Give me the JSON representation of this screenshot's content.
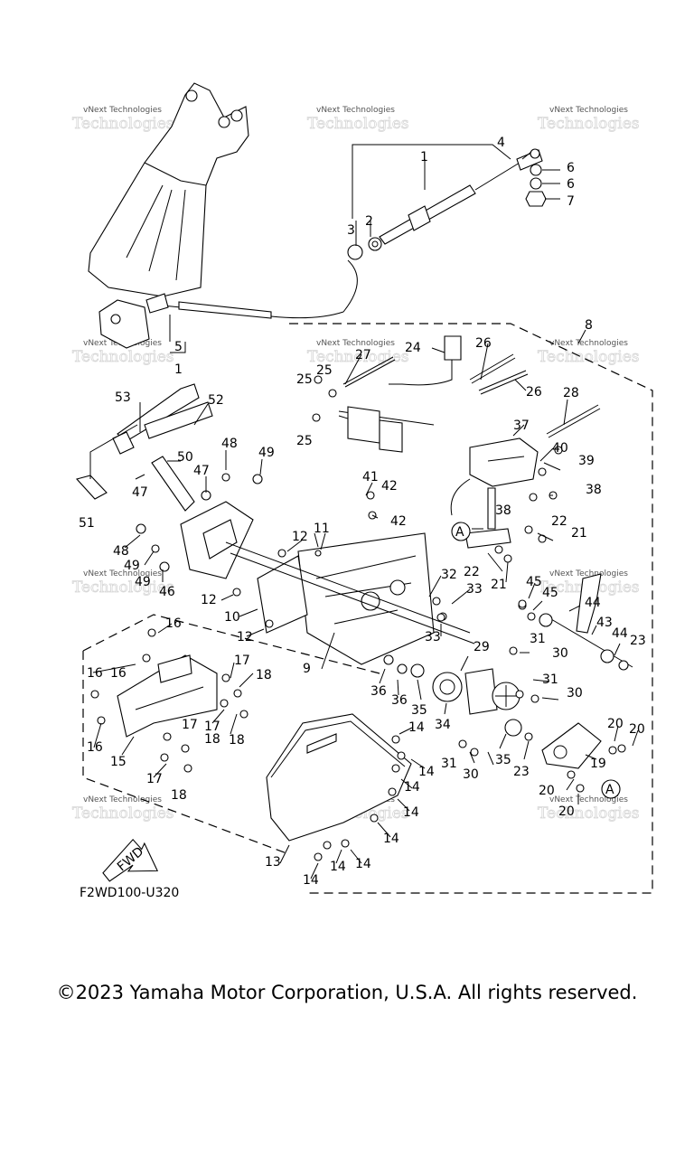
{
  "diagram_code": "F2WD100-U320",
  "copyright": "©2023 Yamaha Motor Corporation, U.S.A. All rights reserved.",
  "watermark": "vNext Technologies",
  "fwd_label": "FWD",
  "ref_marker": "A",
  "callouts": {
    "c1": "1",
    "c1b": "1",
    "c2": "2",
    "c3": "3",
    "c4": "4",
    "c5": "5",
    "c6a": "6",
    "c6b": "6",
    "c7": "7",
    "c8": "8",
    "c9": "9",
    "c10": "10",
    "c11": "11",
    "c12a": "12",
    "c12b": "12",
    "c12c": "12",
    "c13": "13",
    "c14a": "14",
    "c14b": "14",
    "c14c": "14",
    "c14d": "14",
    "c14e": "14",
    "c14f": "14",
    "c14g": "14",
    "c14h": "14",
    "c15": "15",
    "c16a": "16",
    "c16b": "16",
    "c16c": "16",
    "c16d": "16",
    "c16e": "16",
    "c17a": "17",
    "c17b": "17",
    "c17c": "17",
    "c17d": "17",
    "c18a": "18",
    "c18b": "18",
    "c18c": "18",
    "c18d": "18",
    "c19": "19",
    "c20a": "20",
    "c20b": "20",
    "c20c": "20",
    "c20d": "20",
    "c21a": "21",
    "c21b": "21",
    "c22a": "22",
    "c22b": "22",
    "c23a": "23",
    "c23b": "23",
    "c24": "24",
    "c25a": "25",
    "c25b": "25",
    "c25c": "25",
    "c26a": "26",
    "c26b": "26",
    "c27": "27",
    "c28": "28",
    "c29": "29",
    "c30a": "30",
    "c30b": "30",
    "c30c": "30",
    "c30d": "30",
    "c31a": "31",
    "c31b": "31",
    "c31c": "31",
    "c32": "32",
    "c33a": "33",
    "c33b": "33",
    "c34": "34",
    "c35a": "35",
    "c35b": "35",
    "c36a": "36",
    "c36b": "36",
    "c37": "37",
    "c38a": "38",
    "c38b": "38",
    "c39": "39",
    "c40": "40",
    "c41": "41",
    "c42a": "42",
    "c42b": "42",
    "c43": "43",
    "c44a": "44",
    "c44b": "44",
    "c45a": "45",
    "c45b": "45",
    "c46": "46",
    "c47a": "47",
    "c47b": "47",
    "c48a": "48",
    "c48b": "48",
    "c49a": "49",
    "c49b": "49",
    "c49c": "49",
    "c50": "50",
    "c51": "51",
    "c52": "52",
    "c53": "53"
  }
}
